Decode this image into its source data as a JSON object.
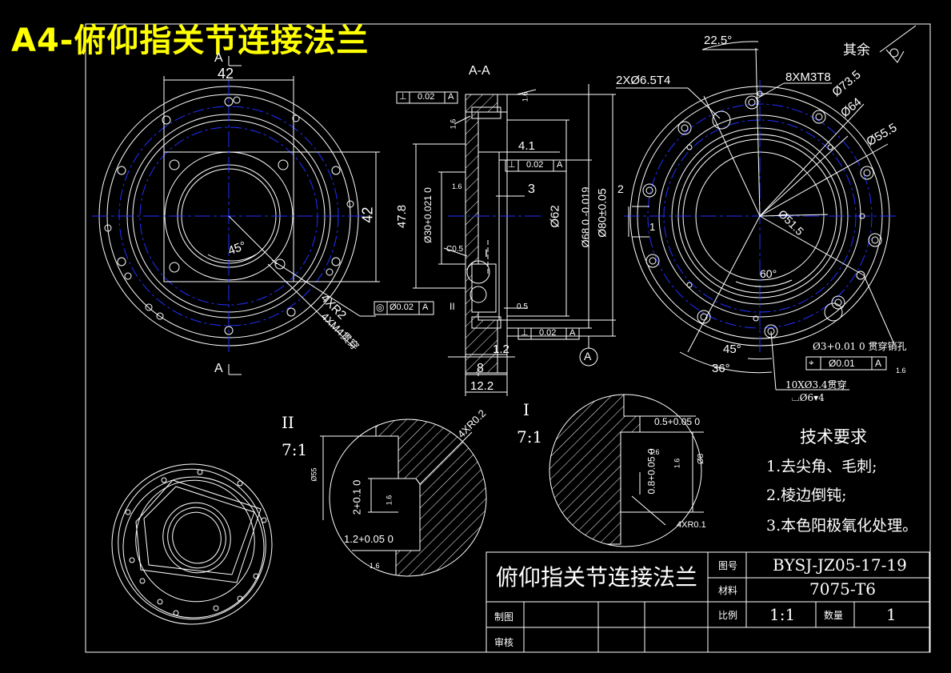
{
  "page_title": "A4-俯仰指关节连接法兰",
  "views": {
    "section_label": "A-A",
    "section_mark_top": "A",
    "section_mark_bottom": "A",
    "detail_II_label": "II",
    "detail_II_scale": "7:1",
    "detail_I_label": "I",
    "detail_I_scale": "7:1",
    "datum_circle": "A",
    "other_surfaces": "其余",
    "detail_callout_I": "I",
    "detail_callout_II": "II"
  },
  "dimensions": {
    "front_width": "42",
    "front_height": "42",
    "front_angle": "45°",
    "front_radius": "4XR2",
    "front_through": "4XM4贯穿",
    "sec_4_1": "4.1",
    "sec_3": "3",
    "sec_47_8": "47.8",
    "sec_d30": "Ø30+0.021 0",
    "sec_d62": "Ø62",
    "sec_d68": "Ø68 0 -0.019",
    "sec_d80": "Ø80±0.05",
    "sec_c05": "C0.5",
    "sec_05": "0.5",
    "sec_2": "2",
    "sec_1": "1",
    "sec_1_2": "1.2",
    "sec_8": "8",
    "sec_12_2": "12.2",
    "right_angle_22": "22.5°",
    "right_holes_65": "2XØ6.5T4",
    "right_m3": "8XM3T8",
    "right_d73": "Ø73.5",
    "right_d64": "Ø64",
    "right_d55": "Ø55.5",
    "right_d51": "Ø51.5",
    "right_60": "60°",
    "right_45": "45°",
    "right_36": "36°",
    "right_pin": "Ø3+0.01 0 贯穿销孔",
    "right_10x": "10XØ3.4贯穿",
    "right_cbore": "⌴Ø6▾4",
    "det2_d55": "Ø55",
    "det2_2": "2+0.1 0",
    "det2_12": "1.2+0.05 0",
    "det2_r": "4XR0.2",
    "det1_05": "0.5+0.05 0",
    "det1_08": "0.8+0.05 0",
    "det1_d8": "Ø8",
    "det1_r": "4XR0.1"
  },
  "tolerance_frames": {
    "perp_top": [
      "⊥",
      "0.02",
      "A"
    ],
    "perp_mid": [
      "⊥",
      "0.02",
      "A"
    ],
    "perp_bottom": [
      "⊥",
      "0.02",
      "A"
    ],
    "concentric": [
      "◎",
      "Ø0.02",
      "A"
    ],
    "position": [
      "⌖",
      "Ø0.01",
      "A"
    ]
  },
  "roughness": [
    "1.6",
    "1.6",
    "1.6",
    "1.6",
    "1.6",
    "1.6",
    "1.6",
    "1.6"
  ],
  "tech_requirements": {
    "title": "技术要求",
    "items": [
      "1.去尖角、毛刺;",
      "2.棱边倒钝;",
      "3.本色阳极氧化处理。"
    ]
  },
  "title_block": {
    "part_name": "俯仰指关节连接法兰",
    "drawing_no_label": "图号",
    "drawing_no": "BYSJ-JZ05-17-19",
    "material_label": "材料",
    "material": "7075-T6",
    "scale_label": "比例",
    "scale": "1:1",
    "qty_label": "数量",
    "qty": "1",
    "drawn_label": "制图",
    "checked_label": "审核"
  },
  "colors": {
    "title_yellow": "#ffff00",
    "line_white": "#ffffff",
    "centerline_blue": "#2030ff",
    "background": "#000000"
  }
}
